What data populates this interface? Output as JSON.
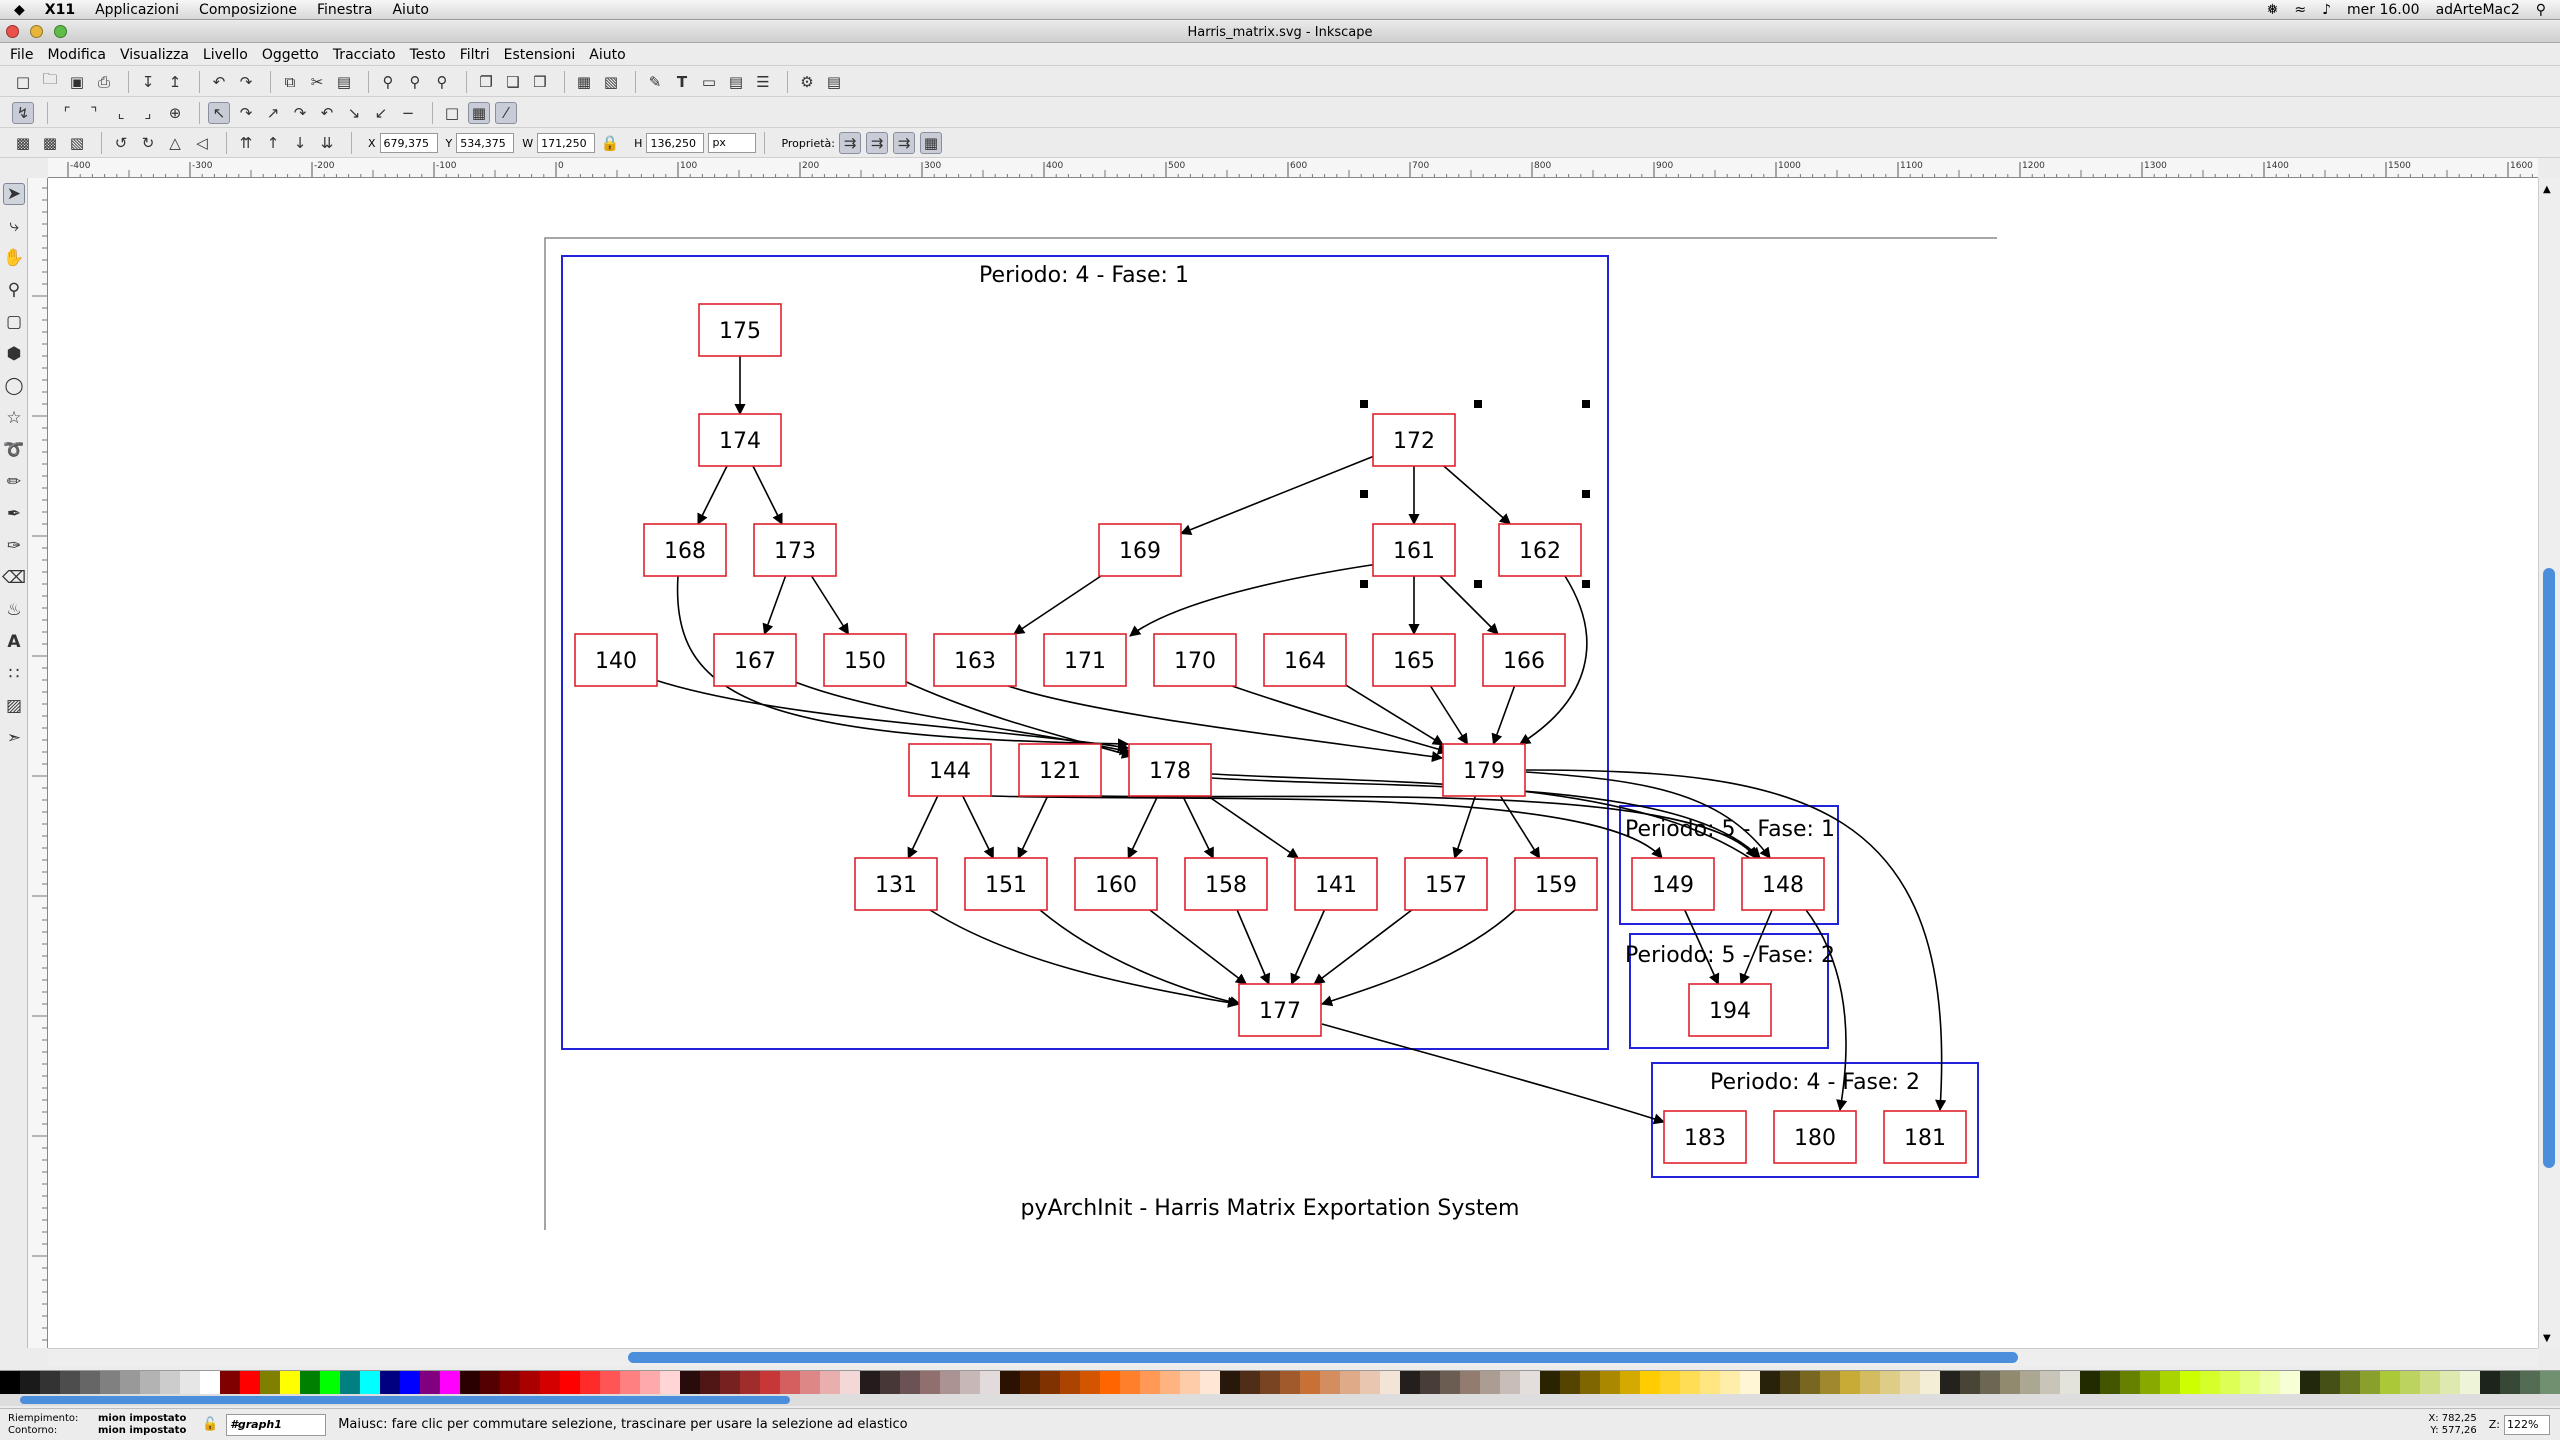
{
  "mac_menu": {
    "apple": "",
    "app": "X11",
    "items": [
      "Applicazioni",
      "Composizione",
      "Finestra",
      "Aiuto"
    ],
    "clock": "mer 16.00",
    "user": "adArteMac2"
  },
  "window": {
    "title": "Harris_matrix.svg - Inkscape"
  },
  "menu": [
    "File",
    "Modifica",
    "Visualizza",
    "Livello",
    "Oggetto",
    "Tracciato",
    "Testo",
    "Filtri",
    "Estensioni",
    "Aiuto"
  ],
  "toolbar": {
    "x_label": "X",
    "x_value": "679,375",
    "y_label": "Y",
    "y_value": "534,375",
    "w_label": "W",
    "w_value": "171,250",
    "h_label": "H",
    "h_value": "136,250",
    "unit": "px",
    "props_label": "Proprietà:"
  },
  "ruler_labels": [
    "-400",
    "-300",
    "-200",
    "-100",
    "0",
    "100",
    "200",
    "300",
    "400",
    "500",
    "600",
    "700",
    "800",
    "900",
    "1000",
    "1100",
    "1200",
    "1300",
    "1400",
    "1500",
    "1600"
  ],
  "diagram": {
    "clusters": [
      {
        "label": "Periodo: 4 - Fase: 1"
      },
      {
        "label": "Periodo: 5 - Fase: 1"
      },
      {
        "label": "Periodo: 5 - Fase: 2"
      },
      {
        "label": "Periodo: 4 - Fase: 2"
      }
    ],
    "nodes": [
      "175",
      "174",
      "172",
      "168",
      "173",
      "169",
      "161",
      "162",
      "140",
      "167",
      "150",
      "163",
      "171",
      "170",
      "164",
      "165",
      "166",
      "144",
      "121",
      "178",
      "179",
      "131",
      "151",
      "160",
      "158",
      "141",
      "157",
      "159",
      "177",
      "149",
      "148",
      "194",
      "183",
      "180",
      "181"
    ],
    "footer": "pyArchInit - Harris Matrix Exportation System"
  },
  "colors": {
    "cluster": "#2222dd",
    "node": "#e0222e",
    "edge": "#000000"
  },
  "status": {
    "fill_label": "Riempimento:",
    "fill_value": "mion impostato",
    "stroke_label": "Contorno:",
    "stroke_value": "mion impostato",
    "layer": "#graph1",
    "message": "Maiusc: fare clic per commutare selezione, trascinare per usare la selezione ad elastico",
    "x_coord": "X: 782,25",
    "y_coord": "Y: 577,26",
    "zoom_label": "Z:",
    "zoom": "122%"
  }
}
